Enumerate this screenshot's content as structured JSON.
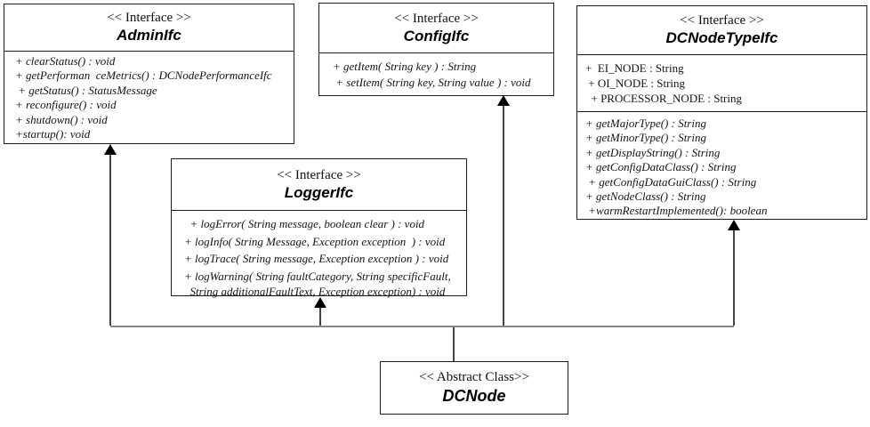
{
  "diagram": {
    "type": "uml-class-diagram",
    "colors": {
      "background": "#ffffff",
      "box_border": "#1c1c1c",
      "bus_line": "#878787",
      "connector_line": "#454545",
      "arrowhead": "#000000",
      "text": "#141414"
    },
    "classes": {
      "admin": {
        "stereotype": "<< Interface >>",
        "name": "AdminIfc",
        "methods": [
          "+ clearStatus() : void",
          "+ getPerforman  ceMetrics() : DCNodePerformanceIfc",
          " + getStatus() : StatusMessage",
          "+ reconfigure() : void",
          "+ shutdown() : void",
          "+startup(): void"
        ]
      },
      "config": {
        "stereotype": "<< Interface >>",
        "name": "ConfigIfc",
        "methods": [
          "+ getItem( String key ) : String",
          " + setItem( String key, String value ) : void"
        ]
      },
      "nodetype": {
        "stereotype": "<< Interface >>",
        "name": "DCNodeTypeIfc",
        "attributes": [
          "+  EI_NODE : String",
          " + OI_NODE : String",
          "  + PROCESSOR_NODE : String"
        ],
        "methods": [
          "+ getMajorType() : String",
          "+ getMinorType() : String",
          "+ getDisplayString() : String",
          "+ getConfigDataClass() : String",
          " + getConfigDataGuiClass() : String",
          "+ getNodeClass() : String",
          " +warmRestartImplemented(): boolean"
        ]
      },
      "logger": {
        "stereotype": "<< Interface >>",
        "name": "LoggerIfc",
        "methods": [
          "  + logError( String message, boolean clear ) : void",
          "+ logInfo( String Message, Exception exception  ) : void",
          "+ logTrace( String message, Exception exception ) : void",
          "+ logWarning( String faultCategory, String specificFault,",
          "  String additionalFaultText, Exception exception) : void"
        ]
      },
      "dcnode": {
        "stereotype": "<< Abstract Class>>",
        "name": "DCNode"
      }
    },
    "relationships": [
      {
        "from": "DCNode",
        "to": "AdminIfc",
        "type": "generalization"
      },
      {
        "from": "DCNode",
        "to": "LoggerIfc",
        "type": "generalization"
      },
      {
        "from": "DCNode",
        "to": "ConfigIfc",
        "type": "generalization"
      },
      {
        "from": "DCNode",
        "to": "DCNodeTypeIfc",
        "type": "generalization"
      }
    ]
  }
}
